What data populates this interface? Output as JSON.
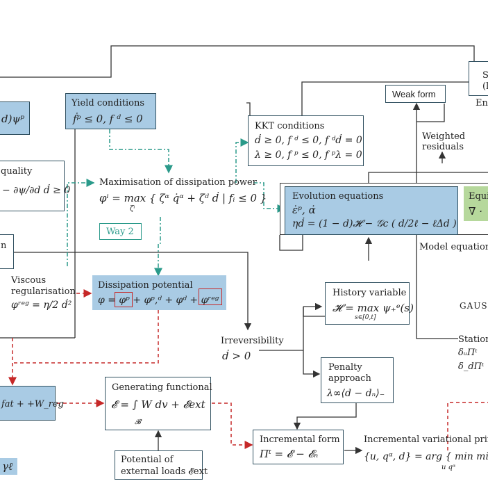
{
  "nodes": {
    "top_right_partial": {
      "line1": "St",
      "line2": "(l",
      "line3": "En"
    },
    "weak_form": "Weak form",
    "weighted_residuals": "Weighted\nresiduals",
    "yield": {
      "title": "Yield conditions",
      "formula": "ḟᵖ ≤ 0, f ᵈ ≤ 0"
    },
    "kkt": {
      "title": "KKT conditions",
      "line1": "ḋ ≥ 0, f ᵈ ≤ 0, f ᵈḋ = 0",
      "line2": "λ ≥ 0, f ᵖ ≤ 0, f ᵖλ = 0"
    },
    "left_formula_top": "d)ψᵖ",
    "inequality": {
      "title": "quality",
      "formula": "− ∂ψ/∂d ḋ ≥ 0"
    },
    "max_dissipation": {
      "title": "Maximisation of dissipation power",
      "formula": "φⁱ = max { ζᵅ q̇ᵅ + ζᵈ ḋ | fᵢ ≤ 0 }",
      "sub": "ζⁱ"
    },
    "way2": "Way 2",
    "evolution": {
      "title": "Evolution equations",
      "line1": "ε̇ᵖ, α̇",
      "line2": "ηḋ = (1 − d)𝓗 − 𝒢c ( d/2ℓ − ℓΔd )"
    },
    "equi_partial": {
      "line1": "Equi",
      "line2": "∇ ·"
    },
    "model_equations": "Model equations",
    "left_partial_n": "n",
    "viscous": {
      "line1": "Viscous",
      "line2": "regularisation",
      "formula": "φʳᵉᵍ = η/2 ḋ²"
    },
    "dissipation_potential": {
      "title": "Dissipation potential",
      "formula": "φ = φᵖ + φᵖ,ᵈ + φᵈ + φʳᵉᵍ"
    },
    "history": {
      "title": "History variable",
      "formula": "𝓗 = max ψ₊ᵉ(s)",
      "sub": "s∈[0,t]"
    },
    "gauss": "GAUSS",
    "stationary": {
      "line1": "Station",
      "line2": "δᵤΠᵗ",
      "line3": "δ_dΠᵗ"
    },
    "irreversibility": {
      "title": "Irreversibility",
      "formula": "ḋ > 0"
    },
    "penalty": {
      "line1": "Penalty",
      "line2": "approach",
      "formula": "λ∞⟨d − dₙ⟩₋"
    },
    "left_w": "fat + +W_reg",
    "generating": {
      "title": "Generating functional",
      "formula": "𝓔 = ∫ W dv + 𝓔ext",
      "sub": "𝓑"
    },
    "incremental_form": {
      "title": "Incremental form",
      "formula": "Πᵗ = 𝓔 − 𝓔ₙ"
    },
    "incremental_variational": {
      "title": "Incremental variational princip",
      "formula": "{u, qᵅ, d} = arg { min min",
      "sub": "u   qᵅ"
    },
    "potential": {
      "line1": "Potential of",
      "line2": "external loads 𝓔ext"
    },
    "gamma": "γℓ"
  }
}
